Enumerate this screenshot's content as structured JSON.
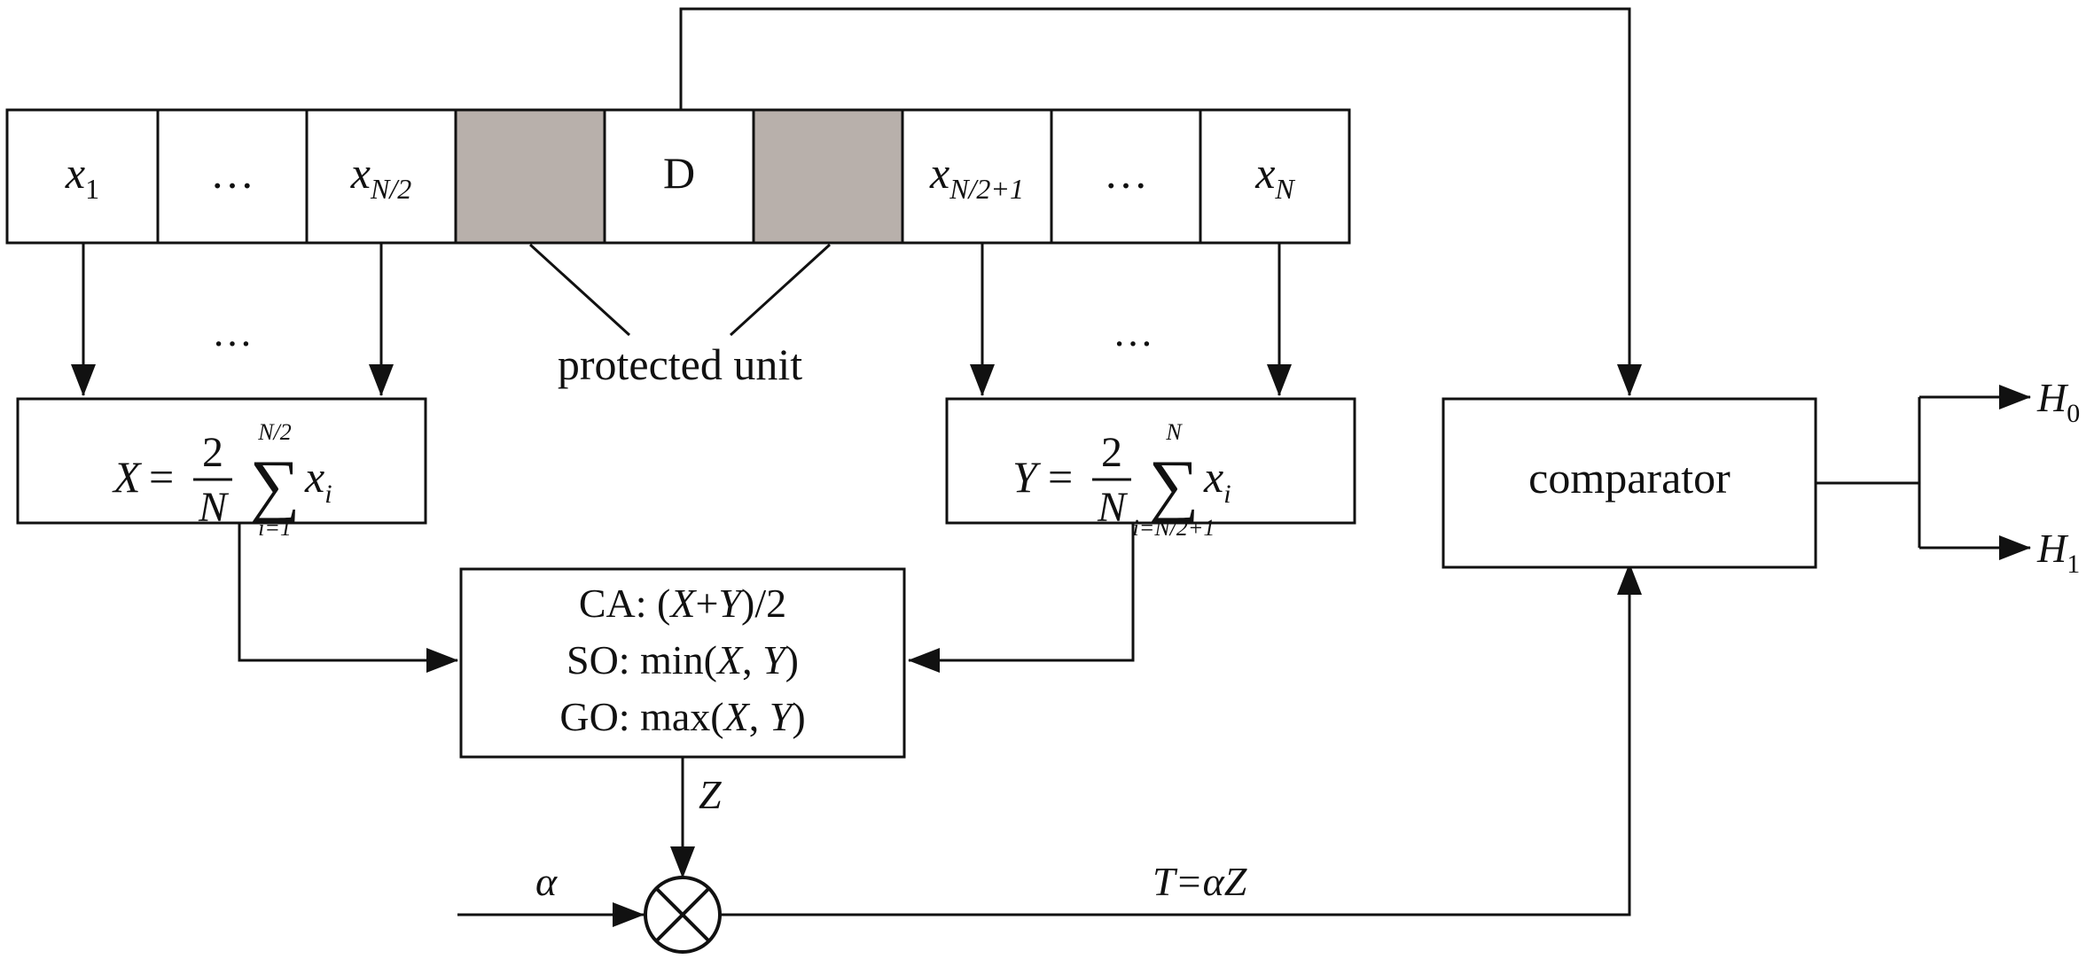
{
  "cells": [
    {
      "id": "x1",
      "base": "x",
      "sub": "1",
      "shaded": false
    },
    {
      "id": "dots-left",
      "base": "…",
      "sub": "",
      "shaded": false
    },
    {
      "id": "xn2",
      "base": "x",
      "sub": "N/2",
      "shaded": false
    },
    {
      "id": "guard-left",
      "base": "",
      "sub": "",
      "shaded": true
    },
    {
      "id": "d",
      "base": "D",
      "sub": "",
      "shaded": false
    },
    {
      "id": "guard-right",
      "base": "",
      "sub": "",
      "shaded": true
    },
    {
      "id": "xn21",
      "base": "x",
      "sub": "N/2+1",
      "shaded": false
    },
    {
      "id": "dots-right",
      "base": "…",
      "sub": "",
      "shaded": false
    },
    {
      "id": "xn",
      "base": "x",
      "sub": "N",
      "shaded": false
    }
  ],
  "labels": {
    "dots": "…",
    "protected_unit": "protected unit",
    "comparator": "comparator",
    "z": "Z",
    "alpha": "α",
    "threshold": "T=αZ"
  },
  "formula_x": {
    "lhs": "X",
    "eq": "=",
    "num": "2",
    "den": "N",
    "upper": "N/2",
    "lower": "i=1",
    "sum": "∑",
    "var": "x",
    "sub": "i"
  },
  "formula_y": {
    "lhs": "Y",
    "eq": "=",
    "num": "2",
    "den": "N",
    "upper": "N",
    "lower": "i=N/2+1",
    "sum": "∑",
    "var": "x",
    "sub": "i"
  },
  "combiner": {
    "ca": "CA: (X+Y)/2",
    "so": "SO: min(X, Y)",
    "go": "GO: max(X, Y)"
  },
  "outputs": {
    "h0": {
      "base": "H",
      "sub": "0"
    },
    "h1": {
      "base": "H",
      "sub": "1"
    }
  },
  "colors": {
    "line": "#111111",
    "guard_fill": "#b8b0ab",
    "background": "#ffffff"
  }
}
